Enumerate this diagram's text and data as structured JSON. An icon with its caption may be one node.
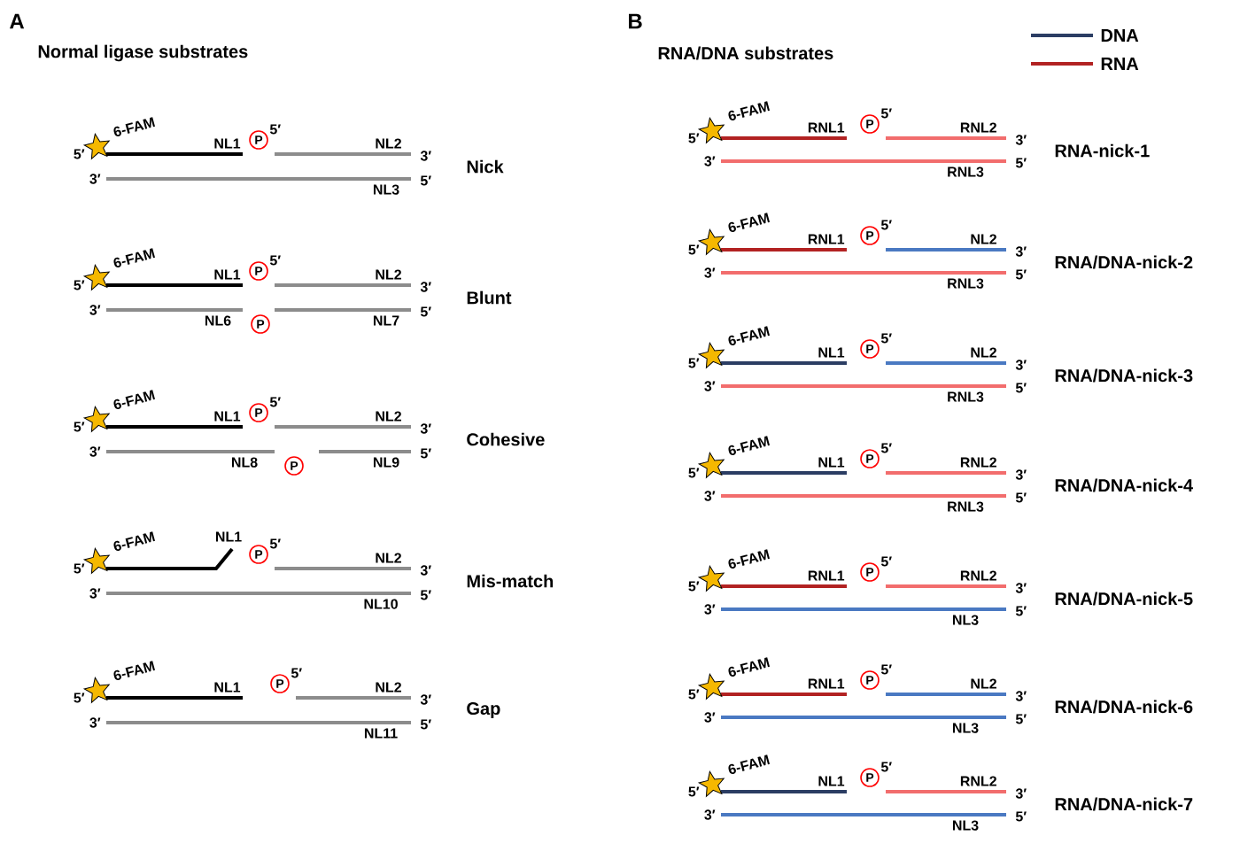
{
  "diagram": {
    "nodes": [
      {
        "text": [
          "P"
        ]
      },
      {
        "text": [
          "P"
        ]
      },
      {
        "text": [
          "P"
        ]
      },
      {
        "text": [
          "P"
        ]
      },
      {
        "text": [
          "P"
        ]
      },
      {
        "text": [
          "P"
        ]
      },
      {
        "text": [
          "P"
        ]
      },
      {
        "text": [
          "P"
        ]
      },
      {
        "text": [
          "P"
        ]
      },
      {
        "text": [
          "P"
        ]
      },
      {
        "text": [
          "P"
        ]
      },
      {
        "text": [
          "P"
        ]
      },
      {
        "text": [
          "P"
        ]
      },
      {
        "text": [
          "P"
        ]
      }
    ],
    "labels": [
      "A",
      "Normal ligase substrates",
      "B",
      "RNA/DNA substrates",
      "5′",
      "6-FAM",
      "NL1",
      "5′",
      "NL2",
      "3′",
      "Nick",
      "3′",
      "5′",
      "NL3",
      "5′",
      "6-FAM",
      "NL1",
      "5′",
      "NL2",
      "3′",
      "Blunt",
      "3′",
      "5′",
      "NL6",
      "NL7",
      "5′",
      "6-FAM",
      "NL1",
      "5′",
      "NL2",
      "3′",
      "Cohesive",
      "3′",
      "5′",
      "NL8",
      "NL9",
      "5′",
      "6-FAM",
      "NL1",
      "5′",
      "NL2",
      "3′",
      "Mis-match",
      "3′",
      "5′",
      "NL10",
      "5′",
      "6-FAM",
      "NL1",
      "5′",
      "NL2",
      "3′",
      "Gap",
      "3′",
      "5′",
      "NL11",
      "5′",
      "6-FAM",
      "RNL1",
      "5′",
      "RNL2",
      "3′",
      "RNA-nick-1",
      "3′",
      "5′",
      "RNL3",
      "5′",
      "6-FAM",
      "RNL1",
      "5′",
      "NL2",
      "3′",
      "RNA/DNA-nick-2",
      "3′",
      "5′",
      "RNL3",
      "5′",
      "6-FAM",
      "NL1",
      "5′",
      "NL2",
      "3′",
      "RNA/DNA-nick-3",
      "3′",
      "5′",
      "RNL3",
      "5′",
      "6-FAM",
      "NL1",
      "5′",
      "RNL2",
      "3′",
      "RNA/DNA-nick-4",
      "3′",
      "5′",
      "RNL3",
      "5′",
      "6-FAM",
      "RNL1",
      "5′",
      "RNL2",
      "3′",
      "RNA/DNA-nick-5",
      "3′",
      "5′",
      "NL3",
      "5′",
      "6-FAM",
      "RNL1",
      "5′",
      "NL2",
      "3′",
      "RNA/DNA-nick-6",
      "3′",
      "5′",
      "NL3",
      "5′",
      "6-FAM",
      "NL1",
      "5′",
      "RNL2",
      "3′",
      "RNA/DNA-nick-7",
      "3′",
      "5′",
      "NL3"
    ],
    "legend": [
      {
        "text": "DNA"
      },
      {
        "text": "RNA"
      }
    ]
  }
}
